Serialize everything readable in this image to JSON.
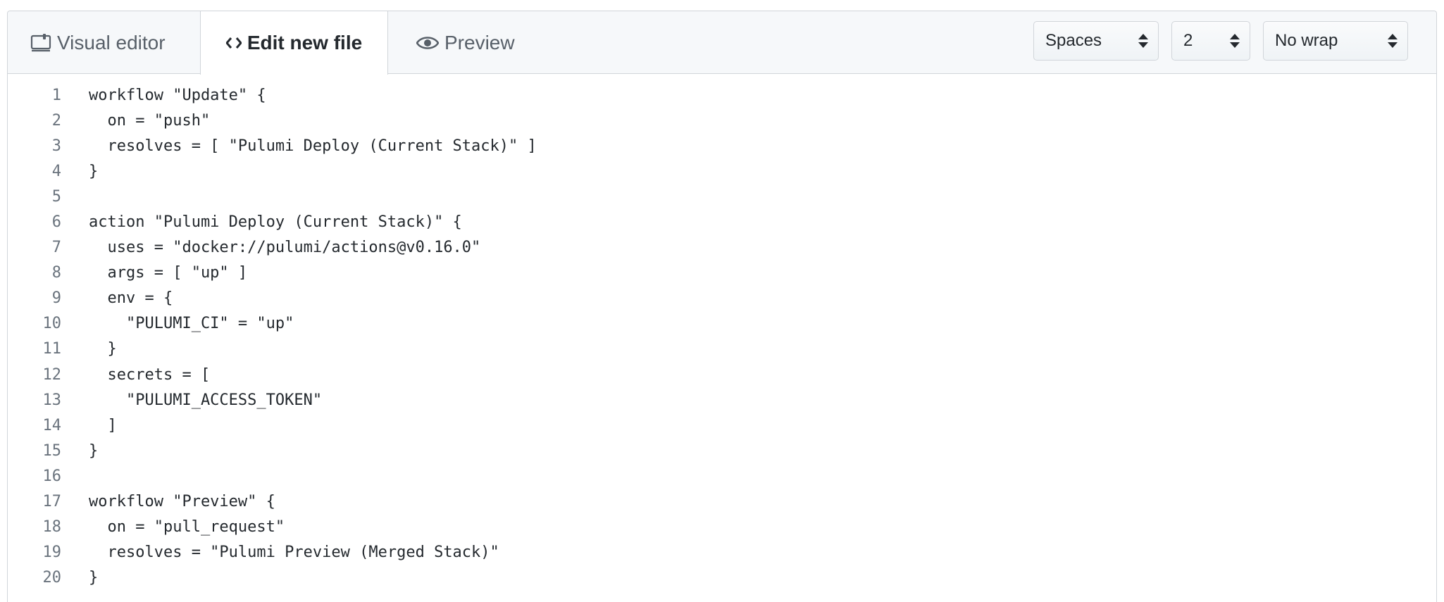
{
  "tabs": {
    "visual": "Visual editor",
    "edit": "Edit new file",
    "preview": "Preview"
  },
  "controls": {
    "indent_mode": "Spaces",
    "indent_size": "2",
    "wrap_mode": "No wrap"
  },
  "code": {
    "lines": [
      {
        "n": "1",
        "t": "workflow \"Update\" {"
      },
      {
        "n": "2",
        "t": "  on = \"push\""
      },
      {
        "n": "3",
        "t": "  resolves = [ \"Pulumi Deploy (Current Stack)\" ]"
      },
      {
        "n": "4",
        "t": "}"
      },
      {
        "n": "5",
        "t": ""
      },
      {
        "n": "6",
        "t": "action \"Pulumi Deploy (Current Stack)\" {"
      },
      {
        "n": "7",
        "t": "  uses = \"docker://pulumi/actions@v0.16.0\""
      },
      {
        "n": "8",
        "t": "  args = [ \"up\" ]"
      },
      {
        "n": "9",
        "t": "  env = {"
      },
      {
        "n": "10",
        "t": "    \"PULUMI_CI\" = \"up\""
      },
      {
        "n": "11",
        "t": "  }"
      },
      {
        "n": "12",
        "t": "  secrets = ["
      },
      {
        "n": "13",
        "t": "    \"PULUMI_ACCESS_TOKEN\""
      },
      {
        "n": "14",
        "t": "  ]"
      },
      {
        "n": "15",
        "t": "}"
      },
      {
        "n": "16",
        "t": ""
      },
      {
        "n": "17",
        "t": "workflow \"Preview\" {"
      },
      {
        "n": "18",
        "t": "  on = \"pull_request\""
      },
      {
        "n": "19",
        "t": "  resolves = \"Pulumi Preview (Merged Stack)\""
      },
      {
        "n": "20",
        "t": "}"
      }
    ]
  },
  "colors": {
    "border": "#d1d5da",
    "header_bg": "#f6f8fa",
    "line_number": "#6a737d",
    "text": "#24292e"
  }
}
